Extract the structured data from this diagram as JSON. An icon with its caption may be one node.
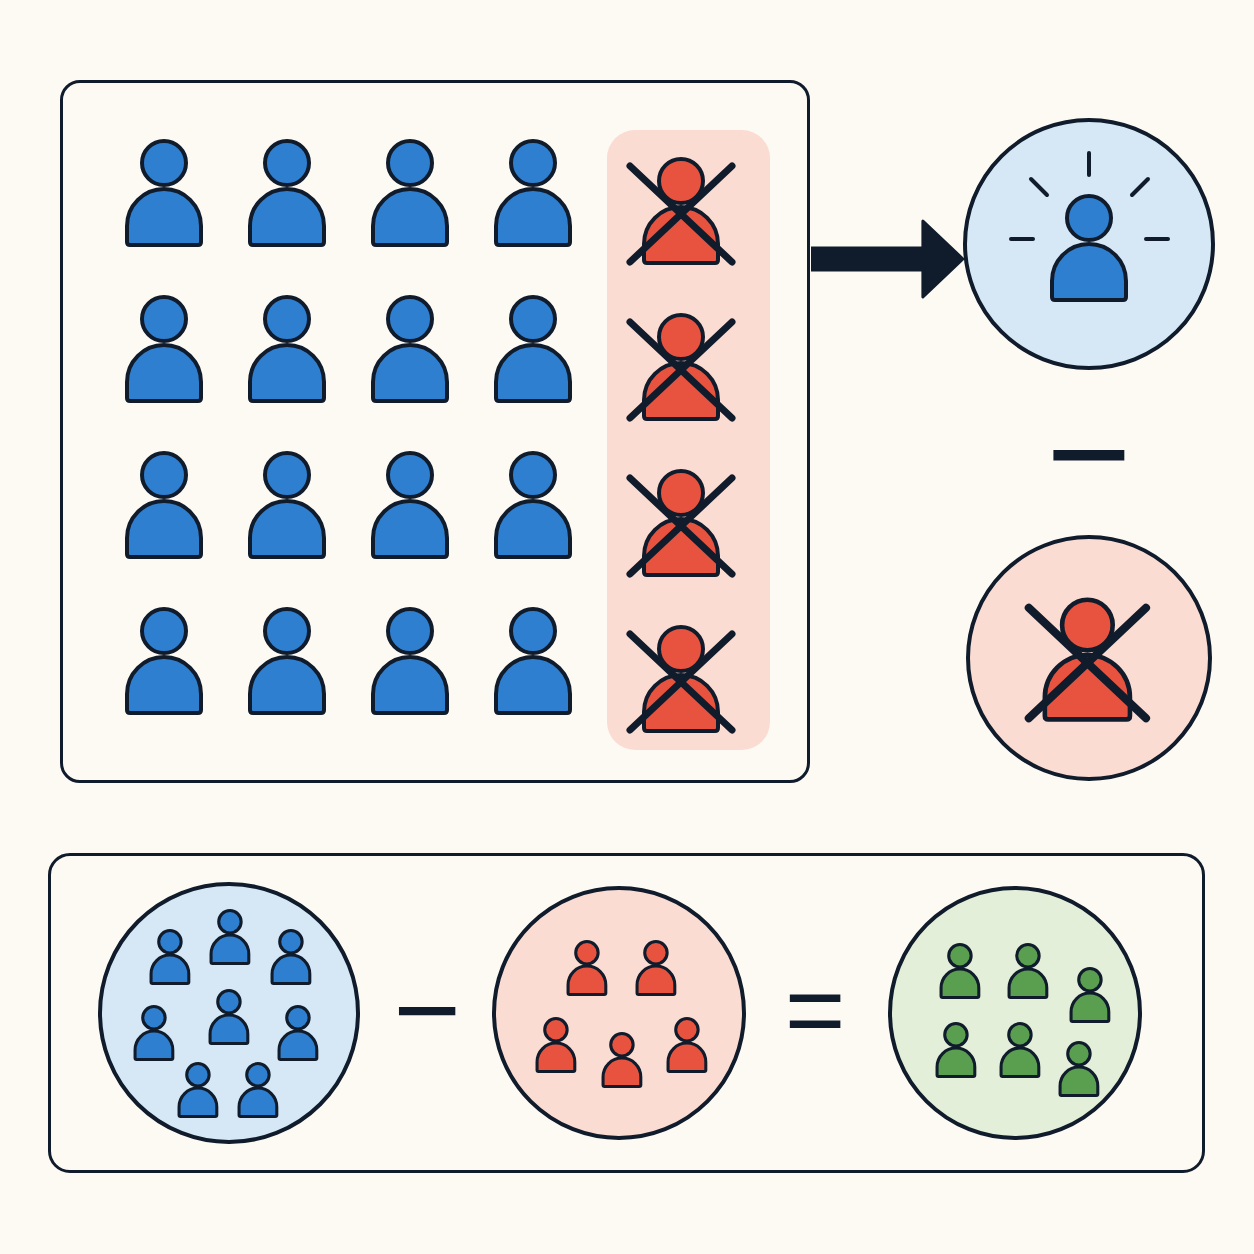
{
  "diagram": {
    "nodes": [
      {
        "text": [],
        "shape": "box"
      },
      {
        "text": [],
        "shape": "box",
        "in": 0
      },
      {
        "text": [],
        "shape": "circle"
      },
      {
        "text": [],
        "shape": "circle"
      },
      {
        "text": [],
        "shape": "box"
      },
      {
        "text": [],
        "shape": "circle",
        "in": 4
      },
      {
        "text": [],
        "shape": "circle",
        "in": 4
      },
      {
        "text": [],
        "shape": "circle",
        "in": 4
      }
    ],
    "edges": [
      {
        "from": 0,
        "to": 2,
        "arrow": "to"
      }
    ],
    "labels": [
      "−",
      "−",
      "="
    ]
  }
}
